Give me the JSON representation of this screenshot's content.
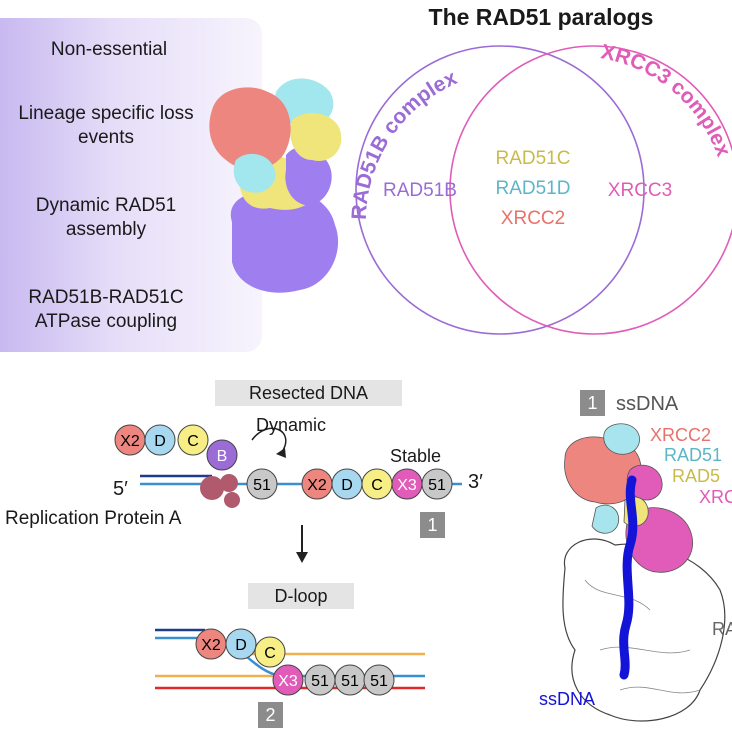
{
  "title": "The RAD51 paralogs",
  "properties": [
    "Non-essential",
    "Lineage specific loss events",
    "Dynamic RAD51 assembly",
    "RAD51B-RAD51C ATPase coupling"
  ],
  "venn": {
    "left_label": "RAD51B complex",
    "right_label": "XRCC3 complex",
    "left_only": "RAD51B",
    "right_only": "XRCC3",
    "overlap": [
      "RAD51C",
      "RAD51D",
      "XRCC2"
    ]
  },
  "colors": {
    "rad51b": "#9b6bd6",
    "xrcc3": "#e05cb8",
    "rad51c": "#c9bb4a",
    "rad51d": "#5cb6c8",
    "xrcc2": "#e8716a",
    "dna_blue": "#3a8fd0",
    "dna_orange": "#f0b050",
    "dna_red": "#e02828",
    "ssdna": "#1414d8"
  },
  "resected": {
    "label": "Resected DNA",
    "dynamic": "Dynamic",
    "stable": "Stable",
    "five_prime": "5′",
    "three_prime": "3′",
    "rpa": "Replication Protein A",
    "step": "1",
    "complex_dynamic": [
      "X2",
      "D",
      "C",
      "B"
    ],
    "rad51": "51",
    "complex_stable": [
      "X2",
      "D",
      "C",
      "X3",
      "51"
    ]
  },
  "dloop": {
    "label": "D-loop",
    "step": "2",
    "complex": [
      "X2",
      "D",
      "C"
    ],
    "bottom": [
      "X3",
      "51",
      "51",
      "51"
    ]
  },
  "structure": {
    "step": "1",
    "title": "ssDNA",
    "labels": [
      "XRCC2",
      "RAD51",
      "RAD5",
      "XRC"
    ],
    "rad_label": "RA",
    "ssdna_label": "ssDNA"
  }
}
